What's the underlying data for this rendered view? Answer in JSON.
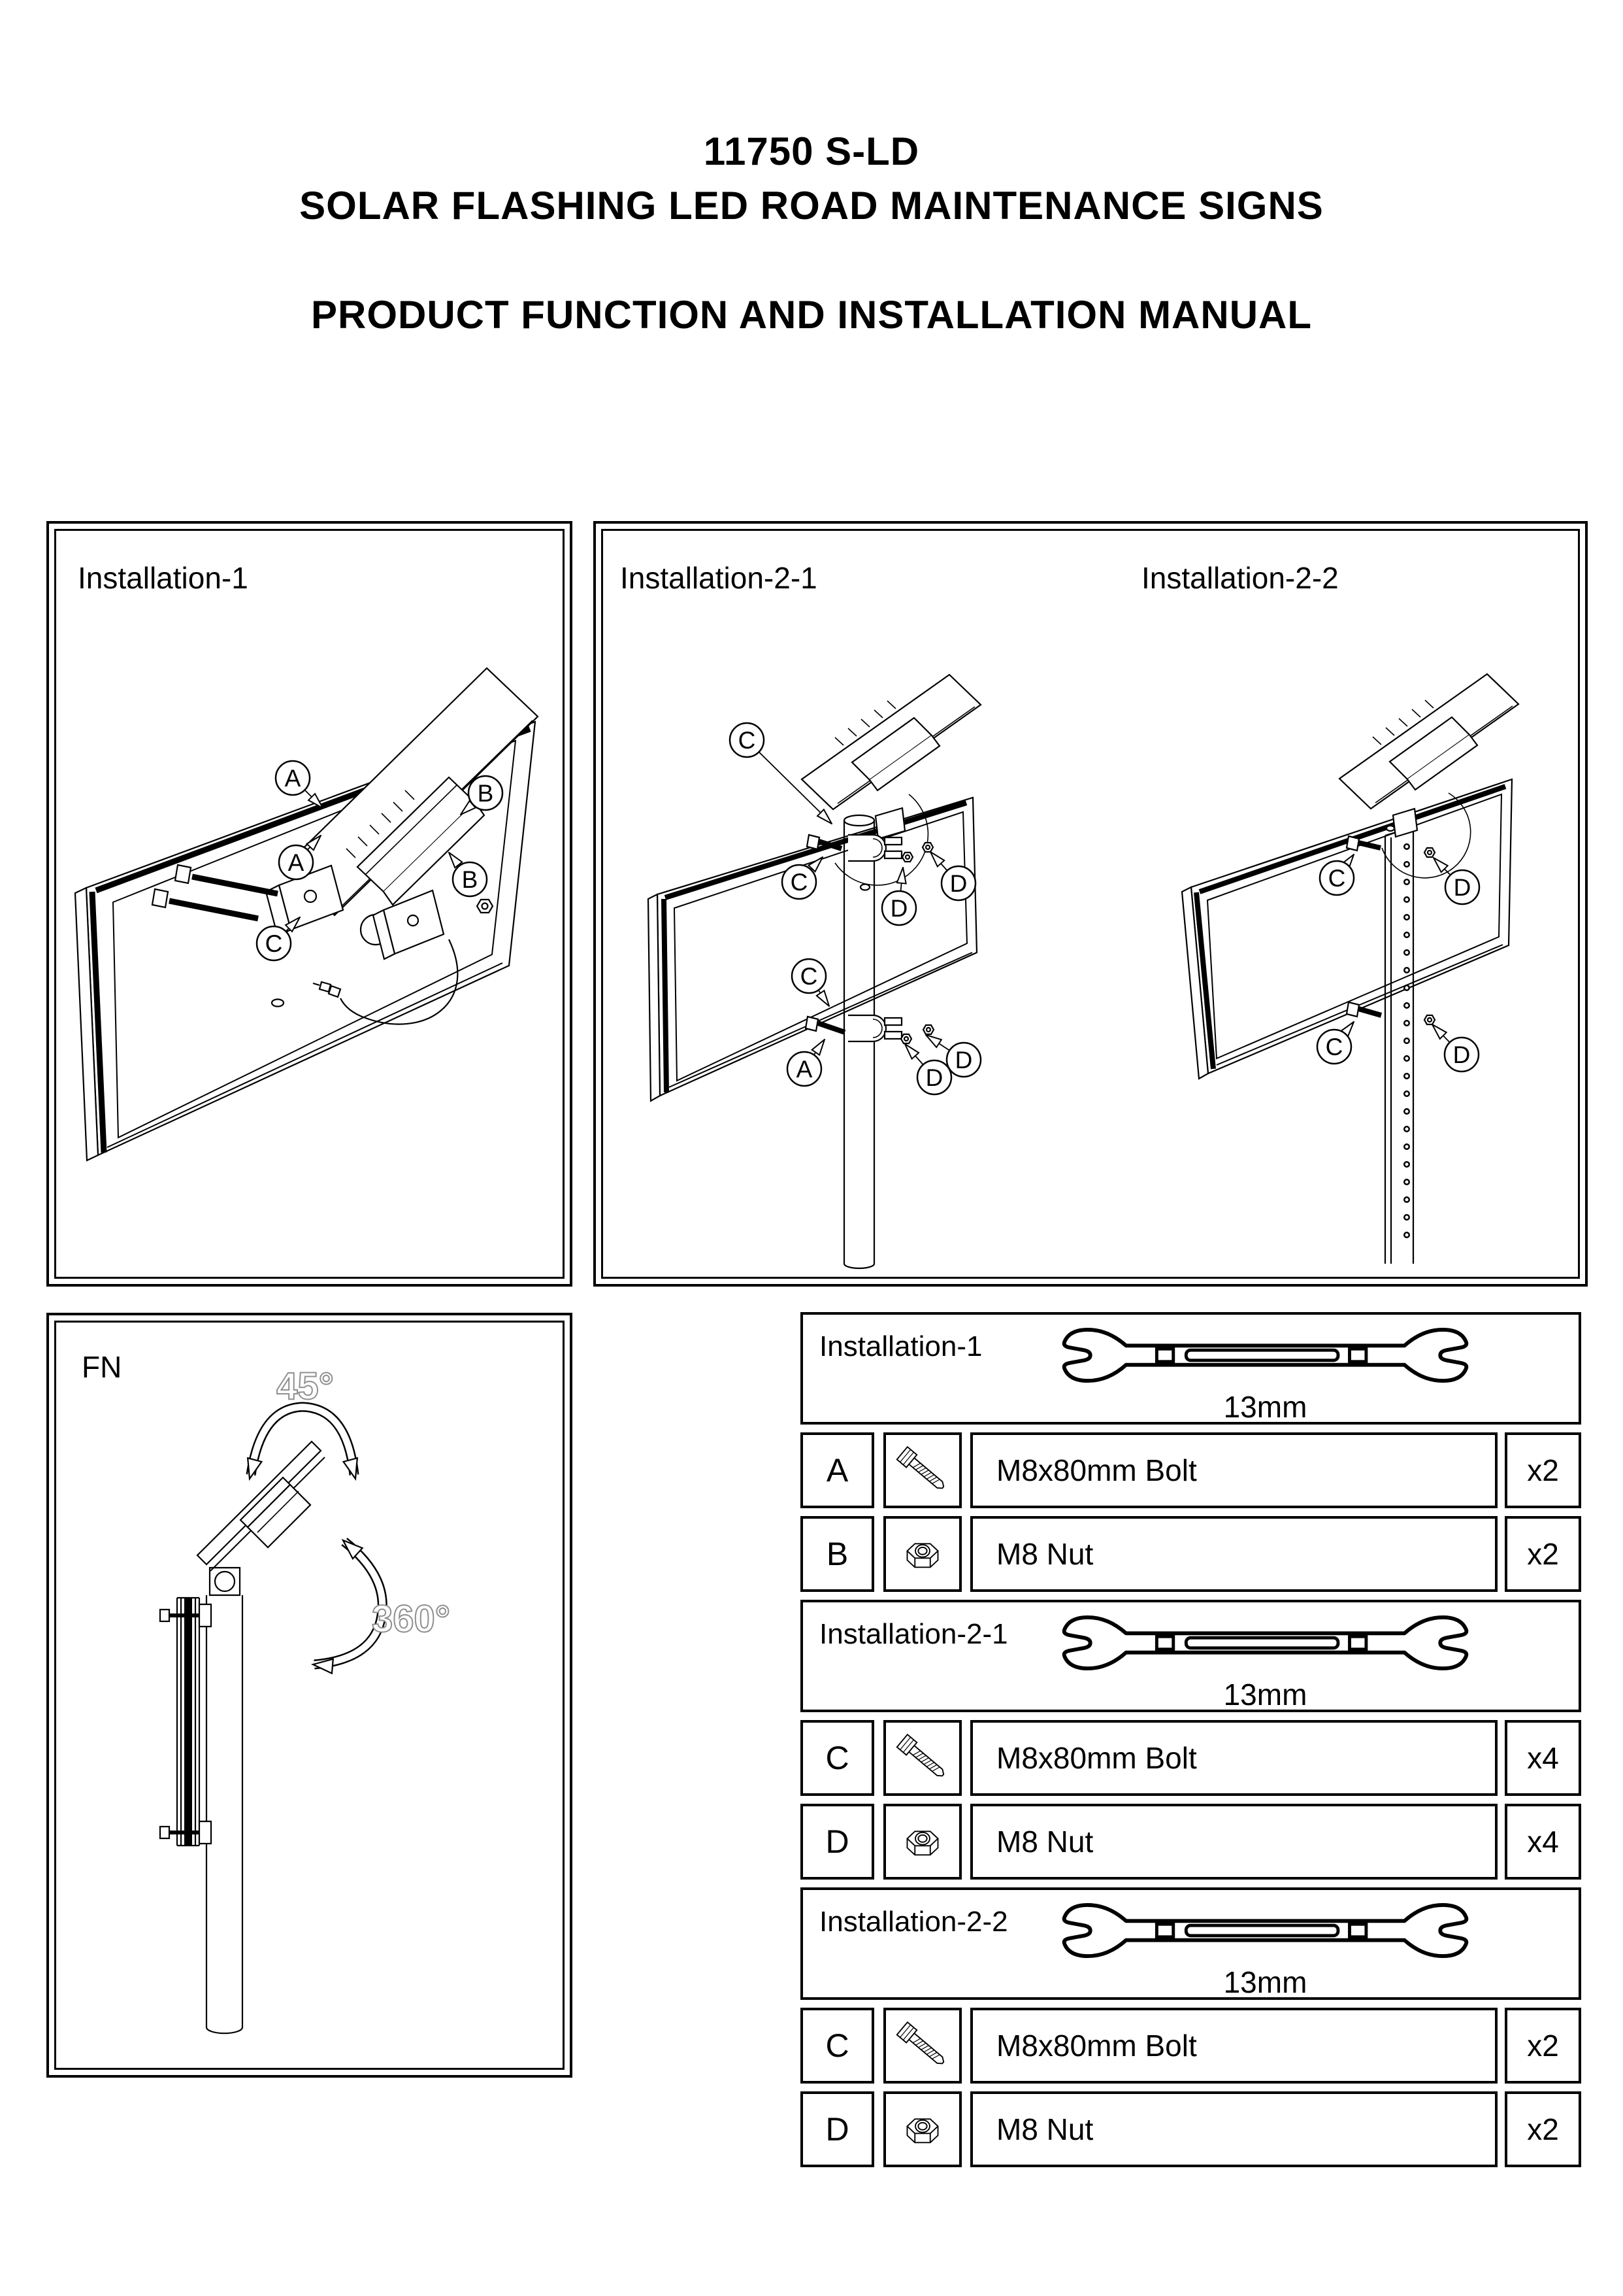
{
  "header": {
    "model": "11750 S-LD",
    "product_title": "SOLAR FLASHING LED ROAD MAINTENANCE SIGNS",
    "manual_title": "PRODUCT FUNCTION AND INSTALLATION MANUAL"
  },
  "diagram_panels": {
    "installation1_label": "Installation-1",
    "installation2_1_label": "Installation-2-1",
    "installation2_2_label": "Installation-2-2",
    "fn_label": "FN",
    "tilt_angle_label": "45°",
    "rotation_angle_label": "360°"
  },
  "callout_letters": {
    "a": "A",
    "b": "B",
    "c": "C",
    "d": "D"
  },
  "parts_table": {
    "sections": [
      {
        "title": "Installation-1",
        "tool": "open-end wrench",
        "tool_size_label": "13mm",
        "rows": [
          {
            "key": "A",
            "icon": "bolt",
            "description": "M8x80mm Bolt",
            "quantity": "x2"
          },
          {
            "key": "B",
            "icon": "nut",
            "description": "M8 Nut",
            "quantity": "x2"
          }
        ]
      },
      {
        "title": "Installation-2-1",
        "tool": "open-end wrench",
        "tool_size_label": "13mm",
        "rows": [
          {
            "key": "C",
            "icon": "bolt",
            "description": "M8x80mm Bolt",
            "quantity": "x4"
          },
          {
            "key": "D",
            "icon": "nut",
            "description": "M8 Nut",
            "quantity": "x4"
          }
        ]
      },
      {
        "title": "Installation-2-2",
        "tool": "open-end wrench",
        "tool_size_label": "13mm",
        "rows": [
          {
            "key": "C",
            "icon": "bolt",
            "description": "M8x80mm Bolt",
            "quantity": "x2"
          },
          {
            "key": "D",
            "icon": "nut",
            "description": "M8 Nut",
            "quantity": "x2"
          }
        ]
      }
    ]
  }
}
